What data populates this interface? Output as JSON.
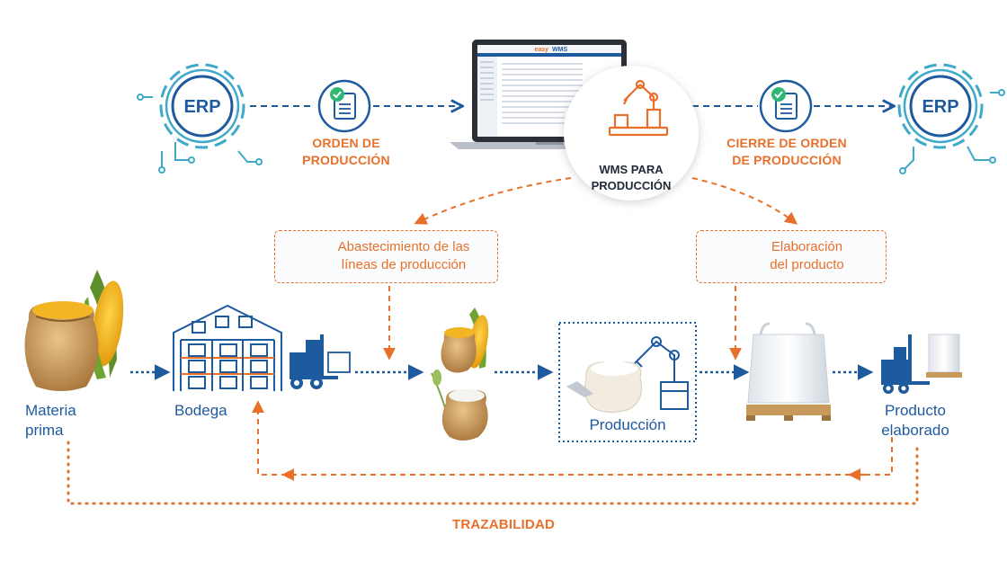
{
  "erp_left": {
    "label": "ERP"
  },
  "erp_right": {
    "label": "ERP"
  },
  "orden": {
    "line1": "ORDEN DE",
    "line2": "PRODUCCIÓN"
  },
  "cierre": {
    "line1": "CIERRE DE ORDEN",
    "line2": "DE PRODUCCIÓN"
  },
  "hub": {
    "line1": "WMS PARA",
    "line2": "PRODUCCIÓN"
  },
  "laptop": {
    "logo_left": "easy",
    "logo_right": "WMS"
  },
  "note_left": {
    "line1": "Abastecimiento de las",
    "line2": "líneas de producción"
  },
  "note_right": {
    "line1": "Elaboración",
    "line2": "del producto"
  },
  "stages": {
    "materia": {
      "line1": "Materia",
      "line2": "prima"
    },
    "bodega": {
      "label": "Bodega"
    },
    "produccion": {
      "label": "Producción"
    },
    "producto": {
      "line1": "Producto",
      "line2": "elaborado"
    }
  },
  "trazabilidad": {
    "label": "TRAZABILIDAD"
  },
  "colors": {
    "orange": "#e8702a",
    "blue": "#1e5a9e",
    "teal": "#3fa9c9",
    "green": "#2eb872"
  }
}
